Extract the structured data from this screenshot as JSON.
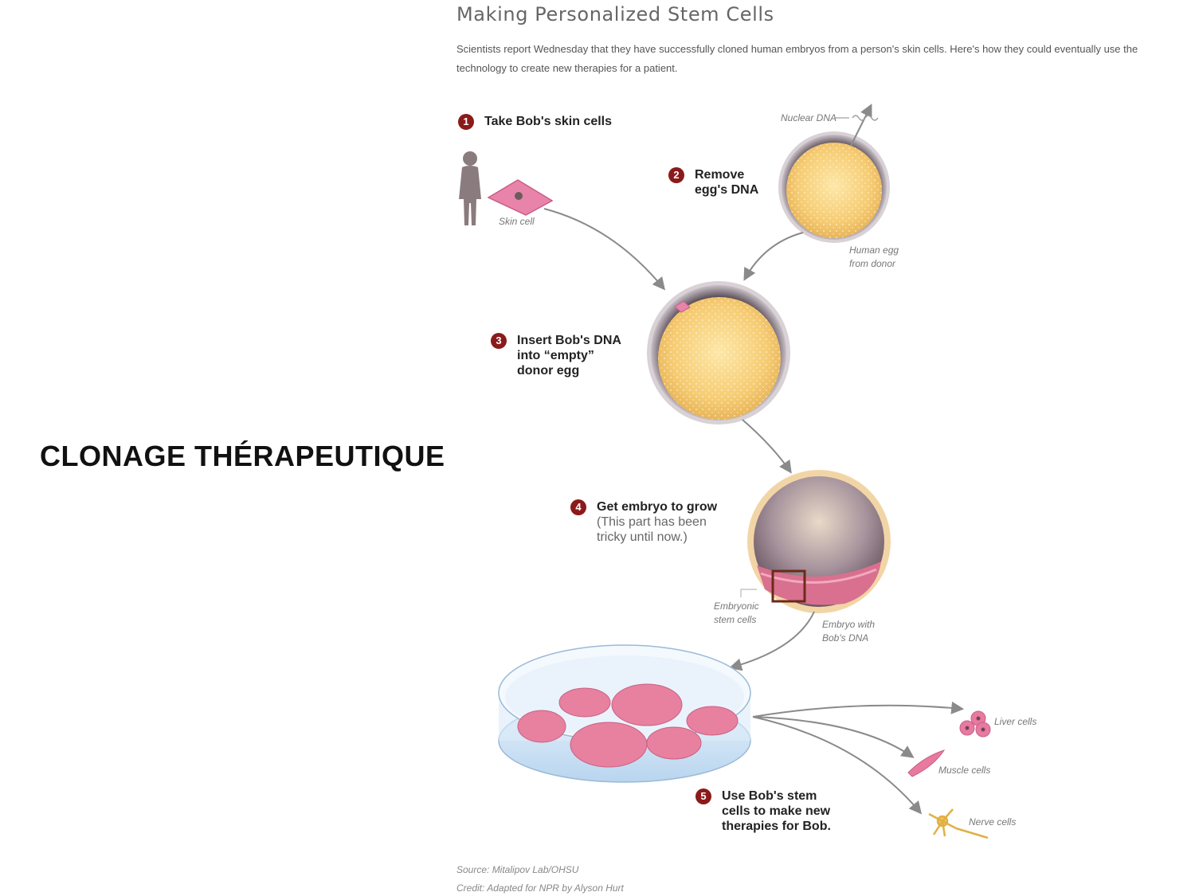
{
  "side_title": "CLONAGE THÉRAPEUTIQUE",
  "header": {
    "title": "Making Personalized Stem Cells",
    "subtitle": "Scientists report Wednesday that they have successfully cloned human embryos from a person's skin cells. Here's how they could eventually use the technology to create new therapies for a patient."
  },
  "steps": [
    {
      "num": "1",
      "text": "Take Bob's skin cells"
    },
    {
      "num": "2",
      "text_line1": "Remove",
      "text_line2": "egg's DNA"
    },
    {
      "num": "3",
      "text_line1": "Insert Bob's DNA",
      "text_line2": "into “empty”",
      "text_line3": "donor egg"
    },
    {
      "num": "4",
      "text": "Get embryo to grow",
      "note_line1": "(This part has been",
      "note_line2": "tricky until now.)"
    },
    {
      "num": "5",
      "text_line1": "Use Bob's stem",
      "text_line2": "cells to make new",
      "text_line3": "therapies for Bob."
    }
  ],
  "labels": {
    "skin_cell": "Skin cell",
    "nuclear_dna": "Nuclear DNA",
    "human_egg_1": "Human egg",
    "human_egg_2": "from donor",
    "embryonic_1": "Embryonic",
    "embryonic_2": "stem cells",
    "embryo_1": "Embryo with",
    "embryo_2": "Bob's DNA",
    "liver": "Liver cells",
    "muscle": "Muscle cells",
    "nerve": "Nerve cells"
  },
  "footer": {
    "source": "Source: Mitalipov Lab/OHSU",
    "credit": "Credit: Adapted for NPR by Alyson Hurt"
  },
  "colors": {
    "step_badge": "#8b1a1a",
    "egg_yolk": "#f7cf7a",
    "cell_pink": "#e87aa0",
    "arrow": "#8a8a8a"
  }
}
